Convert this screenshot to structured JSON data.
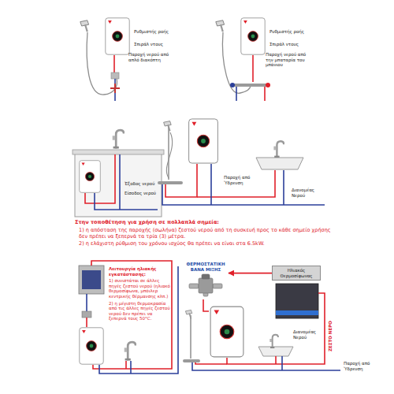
{
  "diagram": {
    "nodes": [
      {
        "text": [
          "Ηλιακός Θερμοσίφωνας"
        ]
      },
      {
        "text": [
          "ΘΕΡΜΟΣΤΑΤΙΚΗ ΒΑΝΑ ΜΙΞΗΣ"
        ]
      }
    ],
    "edges": [
      {
        "from": 0,
        "to": 1,
        "arrow": "to"
      }
    ],
    "labels": [
      "Ρυθμιστής ροής",
      "Σπιράλ ντους",
      "Παροχή νερού από απλό διακόπτη",
      "Ρυθμιστής ροής",
      "Σπιράλ ντους",
      "Παροχή νερού από την μπαταρία του μπάνιου",
      "Έξοδος νερού",
      "Είσοδος νερού",
      "Παροχή από Ύδρευση",
      "Διανομέας Νερού",
      "Στην τοποθέτηση για χρήση σε πολλαπλά σημεία:",
      "1) η απόσταση της παροχής (σωλήνα) ζεστού νερού από τη συσκευή προς το κάθε σημείο χρήσης δεν πρέπει να ξεπερνά τα τρία (3) μέτρα.",
      "2) η ελάχιστη ρύθμιση του χρόνου ισχύος θα πρέπει να είναι στα 6.5kW.",
      "Λειτουργία ηλιακής εγκατάστασης:",
      "1) συνιστάται σε άλλες πηγές ζεστού νερού (ηλιακό θερμοσίφωνα, μπόιλερ κεντρικής θέρμανσης κλπ.)",
      "2) η μέγιστη θερμοκρασία από τις άλλες πηγές ζεστού νερού δεν πρέπει να ξεπερνά τους 50°C.",
      "ΖΕΣΤΟ ΝΕΡΟ",
      "Διανομέας Νερού",
      "Παροχή από Ύδρευση"
    ]
  }
}
